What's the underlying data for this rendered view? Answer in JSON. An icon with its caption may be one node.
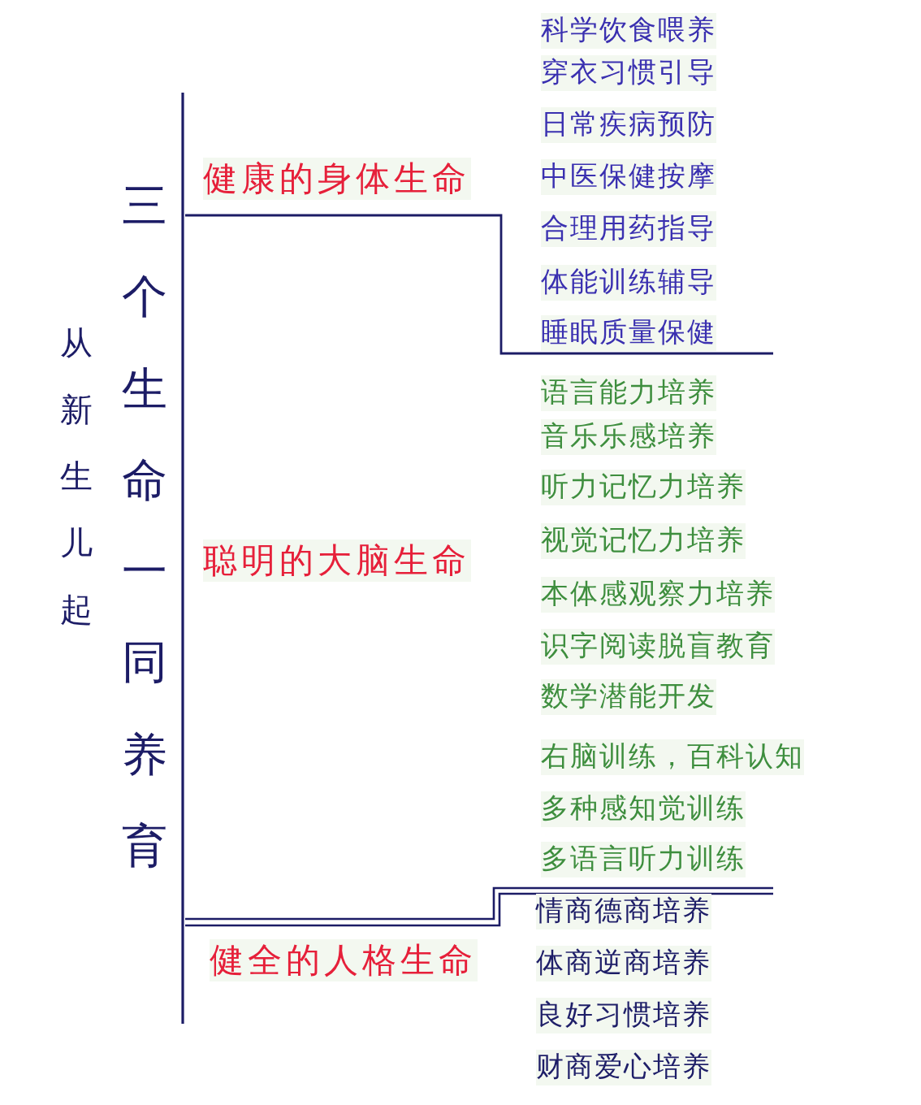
{
  "diagram": {
    "title": "三个生命一同养育",
    "labels": [
      "从新生儿起",
      "健康的身体生命",
      "科学饮食喂养",
      "穿衣习惯引导",
      "日常疾病预防",
      "中医保健按摩",
      "合理用药指导",
      "体能训练辅导",
      "睡眠质量保健",
      "聪明的大脑生命",
      "语言能力培养",
      "音乐乐感培养",
      "听力记忆力培养",
      "视觉记忆力培养",
      "本体感观察力培养",
      "识字阅读脱盲教育",
      "数学潜能开发",
      "右脑训练，百科认知",
      "多种感知觉训练",
      "多语言听力训练",
      "健全的人格生命",
      "情商德商培养",
      "体商逆商培养",
      "良好习惯培养",
      "财商爱心培养"
    ]
  }
}
